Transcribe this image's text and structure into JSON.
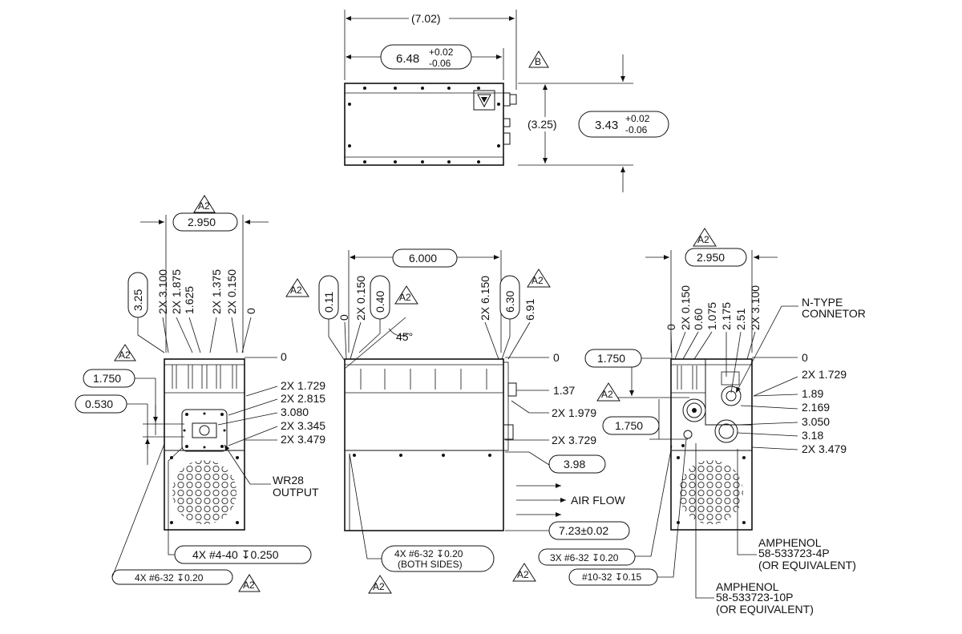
{
  "top_view": {
    "overall_length": "7.02",
    "body_length_nominal": "6.48",
    "body_length_tol_plus": "+0.02",
    "body_length_tol_minus": "-0.06",
    "datum_b": "B",
    "height_ref": "3.25",
    "height_nominal": "3.43",
    "height_tol_plus": "+0.02",
    "height_tol_minus": "-0.06"
  },
  "left_view": {
    "rev_tag": "A2",
    "width": "2.950",
    "top_dims": [
      "3.25",
      "2X 3.100",
      "2X 1.875",
      "1.625",
      "2X 1.375",
      "2X 0.150",
      "0"
    ],
    "rev_tag_left": "A2",
    "left_dim_1": "1.750",
    "left_dim_2": "0.530",
    "right_dims": [
      "0",
      "2X 1.729",
      "2X 2.815",
      "3.080",
      "2X 3.345",
      "2X 3.479"
    ],
    "output_label_1": "WR28",
    "output_label_2": "OUTPUT",
    "note_holes_1": "4X #4-40",
    "note_holes_1_depth": "0.250",
    "note_holes_2": "4X #6-32",
    "note_holes_2_depth": "0.20",
    "rev_tag_bottom": "A2"
  },
  "center_view": {
    "rev_tag_left": "A2",
    "rev_tag_mid": "A2",
    "rev_tag_right": "A2",
    "width": "6.000",
    "top_dims": [
      "0.11",
      "0",
      "2X 0.150",
      "0.40",
      "2X 6.150",
      "6.30",
      "6.91"
    ],
    "angle": "45°",
    "right_dims": [
      "0",
      "1.37",
      "2X 1.979",
      "2X 3.729",
      "3.98",
      "7.23±0.02"
    ],
    "airflow_label": "AIR FLOW",
    "note_holes_1": "4X #6-32",
    "note_holes_1_depth": "0.20",
    "note_holes_2": "(BOTH SIDES)",
    "rev_tag_bottom": "A2"
  },
  "right_view": {
    "rev_tag": "A2",
    "width": "2.950",
    "top_dims": [
      "0",
      "2X 0.150",
      "0.60",
      "1.075",
      "2.175",
      "2.51",
      "2X 3.100"
    ],
    "ntype_label_1": "N-TYPE",
    "ntype_label_2": "CONNETOR",
    "left_dim_1": "1.750",
    "left_dim_2": "1.750",
    "rev_tag_left": "A2",
    "right_dims": [
      "0",
      "2X 1.729",
      "1.89",
      "2.169",
      "3.050",
      "3.18",
      "2X 3.479"
    ],
    "amphenol_1": [
      "AMPHENOL",
      "58-533723-4P",
      "(OR EQUIVALENT)"
    ],
    "amphenol_2": [
      "AMPHENOL",
      "58-533723-10P",
      "(OR EQUIVALENT)"
    ],
    "note_holes_1": "3X #6-32",
    "note_holes_1_depth": "0.20",
    "note_holes_2": "#10-32",
    "note_holes_2_depth": "0.15",
    "rev_tag_bottom": "A2"
  }
}
